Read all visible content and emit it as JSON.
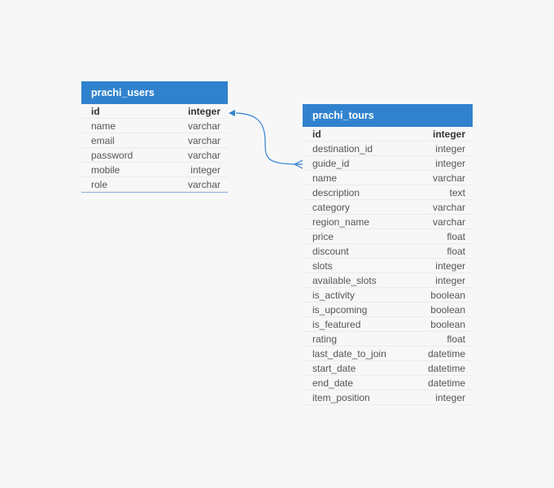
{
  "colors": {
    "header_bg": "#3182ce",
    "header_text": "#ffffff",
    "relation_line": "#3182ce",
    "canvas_bg": "#f7f7f8"
  },
  "tables": {
    "users": {
      "name": "prachi_users",
      "columns": [
        {
          "name": "id",
          "type": "integer",
          "pk": true
        },
        {
          "name": "name",
          "type": "varchar"
        },
        {
          "name": "email",
          "type": "varchar"
        },
        {
          "name": "password",
          "type": "varchar"
        },
        {
          "name": "mobile",
          "type": "integer"
        },
        {
          "name": "role",
          "type": "varchar"
        }
      ]
    },
    "tours": {
      "name": "prachi_tours",
      "columns": [
        {
          "name": "id",
          "type": "integer",
          "pk": true
        },
        {
          "name": "destination_id",
          "type": "integer"
        },
        {
          "name": "guide_id",
          "type": "integer"
        },
        {
          "name": "name",
          "type": "varchar"
        },
        {
          "name": "description",
          "type": "text"
        },
        {
          "name": "category",
          "type": "varchar"
        },
        {
          "name": "region_name",
          "type": "varchar"
        },
        {
          "name": "price",
          "type": "float"
        },
        {
          "name": "discount",
          "type": "float"
        },
        {
          "name": "slots",
          "type": "integer"
        },
        {
          "name": "available_slots",
          "type": "integer"
        },
        {
          "name": "is_activity",
          "type": "boolean"
        },
        {
          "name": "is_upcoming",
          "type": "boolean"
        },
        {
          "name": "is_featured",
          "type": "boolean"
        },
        {
          "name": "rating",
          "type": "float"
        },
        {
          "name": "last_date_to_join",
          "type": "datetime"
        },
        {
          "name": "start_date",
          "type": "datetime"
        },
        {
          "name": "end_date",
          "type": "datetime"
        },
        {
          "name": "item_position",
          "type": "integer"
        }
      ]
    }
  },
  "relations": [
    {
      "from_table": "tours",
      "from_column": "guide_id",
      "to_table": "users",
      "to_column": "id",
      "cardinality": "many-to-one"
    }
  ]
}
